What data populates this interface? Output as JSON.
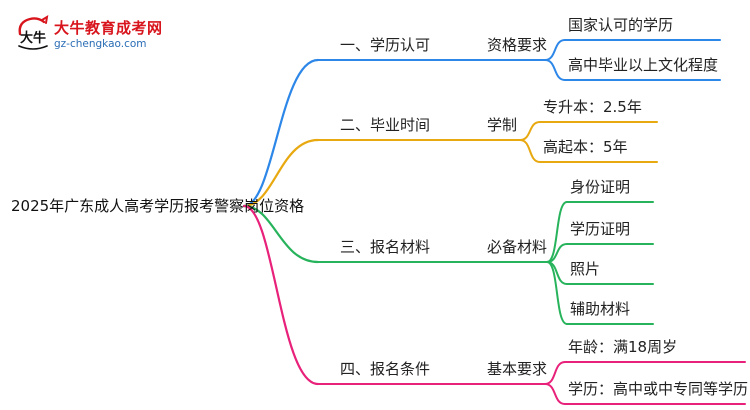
{
  "logo": {
    "title": "大牛教育成考网",
    "url": "gz-chengkao.com",
    "mark_text": "大牛",
    "brand_color": "#d8141c"
  },
  "root": {
    "label": "2025年广东成人高考学历报考警察岗位资格"
  },
  "branches": [
    {
      "label": "一、学历认可",
      "mid": "资格要求",
      "color": "#2d87e8",
      "leaves": [
        "国家认可的学历",
        "高中毕业以上文化程度"
      ]
    },
    {
      "label": "二、毕业时间",
      "mid": "学制",
      "color": "#e8a80f",
      "leaves": [
        "专升本：2.5年",
        "高起本：5年"
      ]
    },
    {
      "label": "三、报名材料",
      "mid": "必备材料",
      "color": "#27b35b",
      "leaves": [
        "身份证明",
        "学历证明",
        "照片",
        "辅助材料"
      ]
    },
    {
      "label": "四、报名条件",
      "mid": "基本要求",
      "color": "#e8217a",
      "leaves": [
        "年龄：满18周岁",
        "学历：高中或中专同等学历"
      ]
    }
  ]
}
